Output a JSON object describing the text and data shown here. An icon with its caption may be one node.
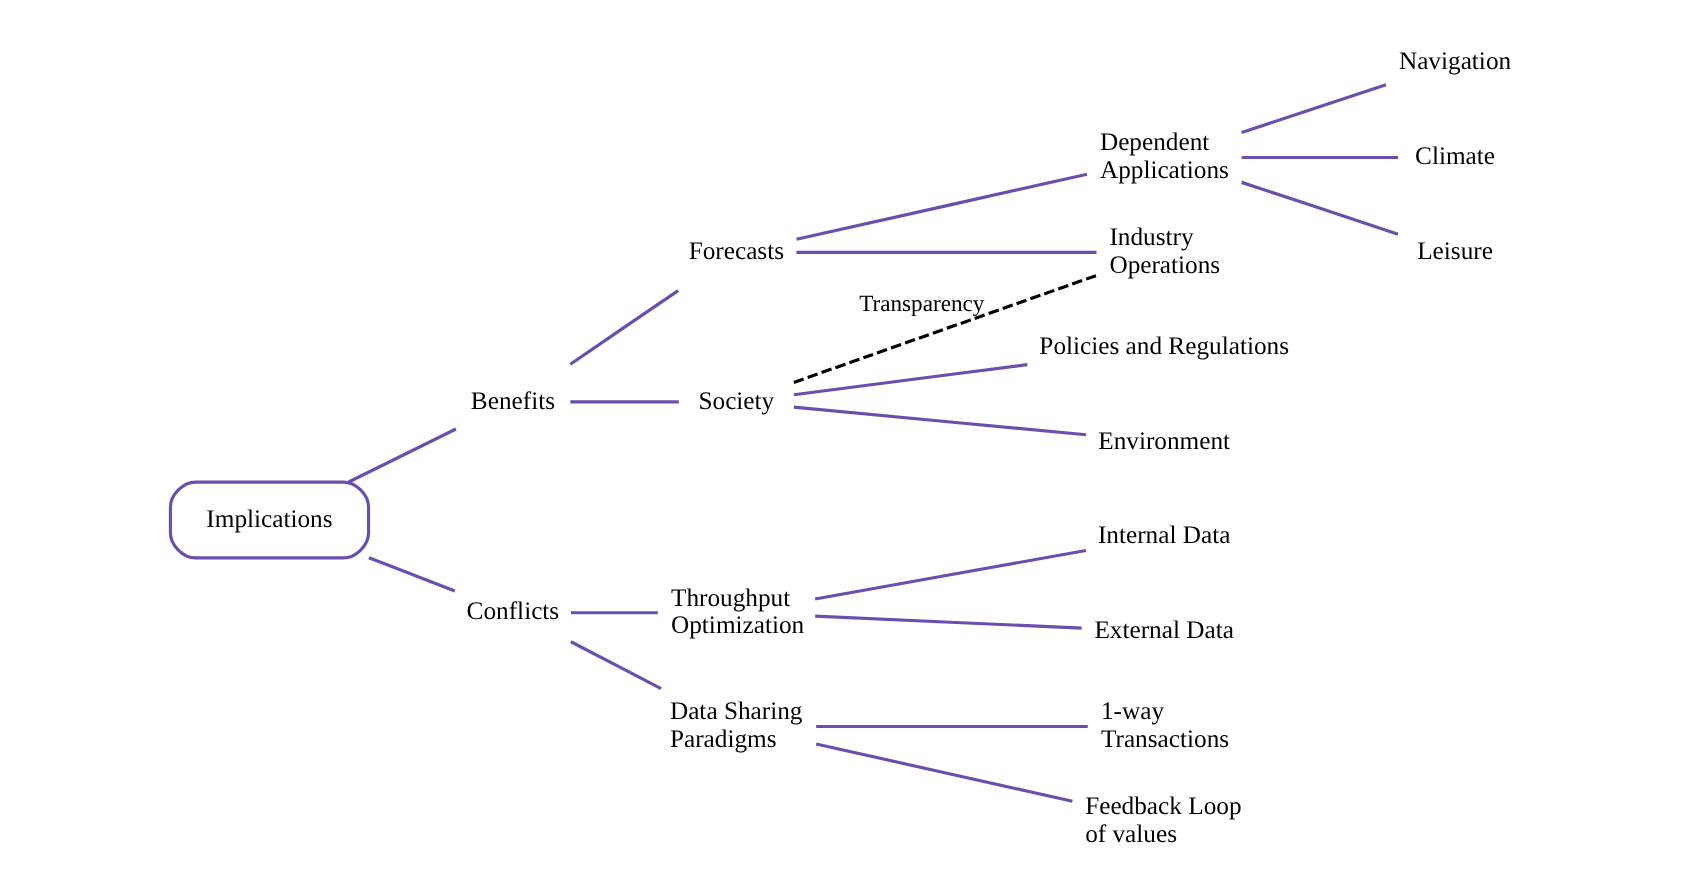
{
  "diagram": {
    "nodes": [
      {
        "text": [
          "Implications"
        ]
      },
      {
        "text": [
          "Benefits"
        ]
      },
      {
        "text": [
          "Conflicts"
        ]
      },
      {
        "text": [
          "Forecasts"
        ]
      },
      {
        "text": [
          "Society"
        ]
      },
      {
        "text": [
          "Dependent Applications"
        ]
      },
      {
        "text": [
          "Industry Operations"
        ]
      },
      {
        "text": [
          "Navigation"
        ]
      },
      {
        "text": [
          "Climate"
        ]
      },
      {
        "text": [
          "Leisure"
        ]
      },
      {
        "text": [
          "Policies and Regulations"
        ]
      },
      {
        "text": [
          "Environment"
        ]
      },
      {
        "text": [
          "Throughput Optimization"
        ]
      },
      {
        "text": [
          "Data Sharing Paradigms"
        ]
      },
      {
        "text": [
          "Internal Data"
        ]
      },
      {
        "text": [
          "External Data"
        ]
      },
      {
        "text": [
          "1-way Transactions"
        ]
      },
      {
        "text": [
          "Feedback Loop of values"
        ]
      }
    ],
    "edges": [
      {
        "from": 0,
        "to": 1,
        "arrow": "none"
      },
      {
        "from": 0,
        "to": 2,
        "arrow": "none"
      },
      {
        "from": 1,
        "to": 3,
        "arrow": "none"
      },
      {
        "from": 1,
        "to": 4,
        "arrow": "none"
      },
      {
        "from": 3,
        "to": 5,
        "arrow": "none"
      },
      {
        "from": 3,
        "to": 6,
        "arrow": "none"
      },
      {
        "from": 5,
        "to": 7,
        "arrow": "none"
      },
      {
        "from": 5,
        "to": 8,
        "arrow": "none"
      },
      {
        "from": 5,
        "to": 9,
        "arrow": "none"
      },
      {
        "from": 4,
        "to": 6,
        "arrow": "none",
        "label": "Transparency",
        "style": "dashed",
        "color": "#000000"
      },
      {
        "from": 4,
        "to": 10,
        "arrow": "none"
      },
      {
        "from": 4,
        "to": 11,
        "arrow": "none"
      },
      {
        "from": 2,
        "to": 12,
        "arrow": "none"
      },
      {
        "from": 2,
        "to": 13,
        "arrow": "none"
      },
      {
        "from": 12,
        "to": 14,
        "arrow": "none"
      },
      {
        "from": 12,
        "to": 15,
        "arrow": "none"
      },
      {
        "from": 13,
        "to": 16,
        "arrow": "none"
      },
      {
        "from": 13,
        "to": 17,
        "arrow": "none"
      }
    ]
  }
}
